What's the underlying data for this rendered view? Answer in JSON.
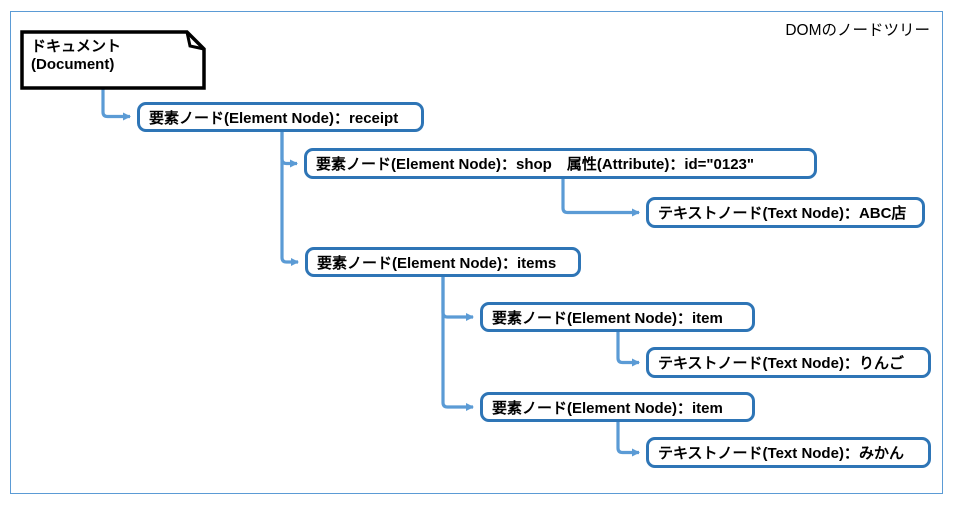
{
  "title": "DOMのノードツリー",
  "colors": {
    "box_border": "#2E75B6",
    "connector": "#5B9BD5",
    "frame_border": "#5B9BD5",
    "document_border": "#000000",
    "text": "#000000",
    "background": "#FFFFFF"
  },
  "document_node": {
    "label_ja": "ドキュメント",
    "label_en": "(Document)",
    "shape": "folded-corner-rectangle"
  },
  "nodes": {
    "receipt": {
      "label": "要素ノード(Element Node)：receipt"
    },
    "shop": {
      "label": "要素ノード(Element Node)：shop　属性(Attribute)：id=\"0123\""
    },
    "shop_text": {
      "label": "テキストノード(Text Node)：ABC店"
    },
    "items": {
      "label": "要素ノード(Element Node)：items"
    },
    "item1": {
      "label": "要素ノード(Element Node)：item"
    },
    "item1_text": {
      "label": "テキストノード(Text Node)：りんご"
    },
    "item2": {
      "label": "要素ノード(Element Node)：item"
    },
    "item2_text": {
      "label": "テキストノード(Text Node)：みかん"
    }
  },
  "edges": [
    {
      "from": "document",
      "to": "receipt"
    },
    {
      "from": "receipt",
      "to": "shop"
    },
    {
      "from": "shop",
      "to": "shop_text"
    },
    {
      "from": "receipt",
      "to": "items"
    },
    {
      "from": "items",
      "to": "item1"
    },
    {
      "from": "item1",
      "to": "item1_text"
    },
    {
      "from": "items",
      "to": "item2"
    },
    {
      "from": "item2",
      "to": "item2_text"
    }
  ]
}
